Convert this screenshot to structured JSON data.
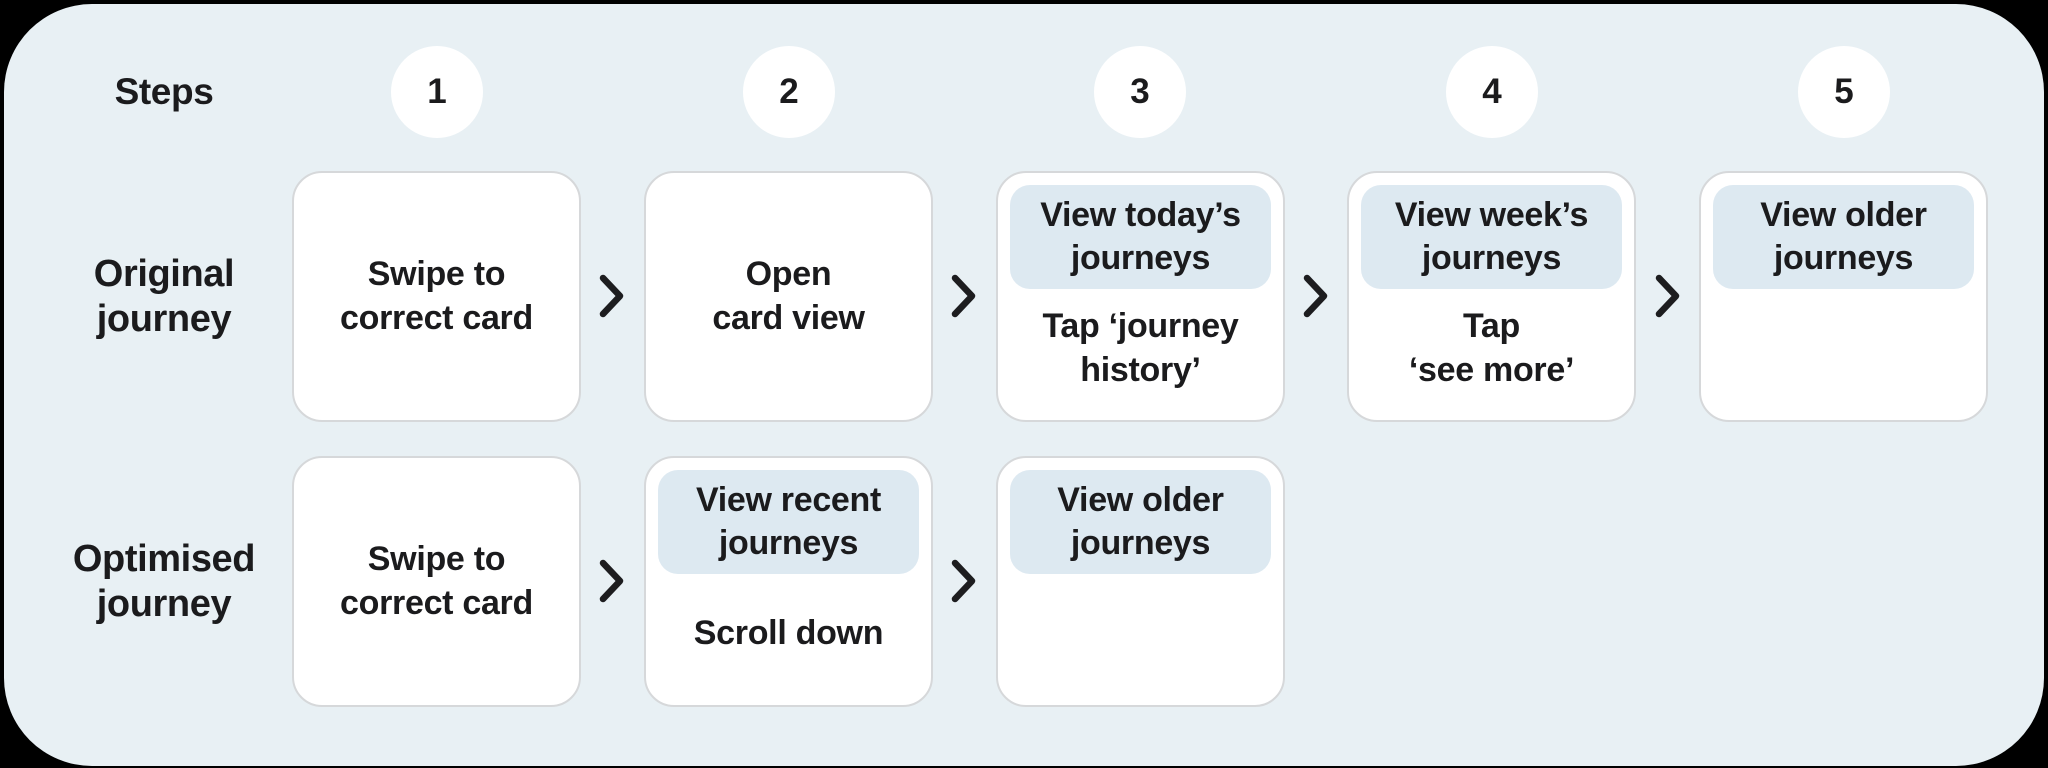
{
  "colors": {
    "canvas_bg": "#000000",
    "board_bg": "#e8f0f4",
    "card_bg": "#ffffff",
    "card_border": "#d6d8da",
    "highlight_bg": "#dde9f1",
    "circle_bg": "#ffffff",
    "text": "#1b1b1d"
  },
  "header": {
    "steps_label": "Steps",
    "step_numbers": [
      "1",
      "2",
      "3",
      "4",
      "5"
    ]
  },
  "rows": [
    {
      "label": "Original\njourney",
      "cards": [
        {
          "body": "Swipe to\ncorrect card"
        },
        {
          "body": "Open\ncard view"
        },
        {
          "highlight": "View today’s\njourneys",
          "body": "Tap ‘journey\nhistory’"
        },
        {
          "highlight": "View week’s\njourneys",
          "body": "Tap\n‘see more’"
        },
        {
          "highlight": "View older\njourneys",
          "body": ""
        }
      ]
    },
    {
      "label": "Optimised\njourney",
      "cards": [
        {
          "body": "Swipe to\ncorrect card"
        },
        {
          "highlight": "View recent\njourneys",
          "body": "Scroll down"
        },
        {
          "highlight": "View older\njourneys",
          "body": ""
        }
      ]
    }
  ],
  "icons": {
    "arrow": "chevron-right-icon"
  }
}
